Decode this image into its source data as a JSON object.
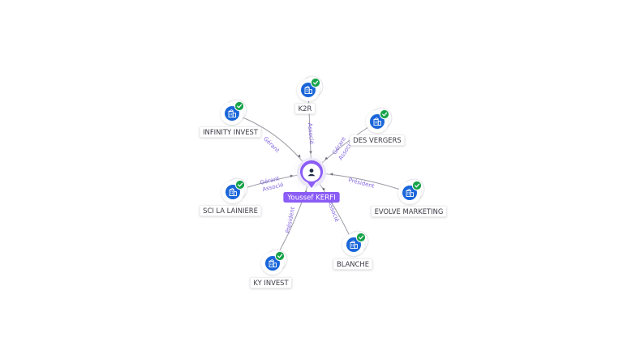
{
  "center": {
    "label": "Youssef KERFI",
    "icon": "person-icon",
    "color": "#8b5cf6"
  },
  "companies": [
    {
      "id": "k2r",
      "label": "K2R",
      "relations": [
        "Associé"
      ],
      "verified": true
    },
    {
      "id": "des-vergers",
      "label": "DES VERGERS",
      "relations": [
        "Gérant",
        "Associé"
      ],
      "verified": true
    },
    {
      "id": "evolve-marketing",
      "label": "EVOLVE MARKETING",
      "relations": [
        "Président"
      ],
      "verified": true
    },
    {
      "id": "blanche",
      "label": "BLANCHE",
      "relations": [
        "Associé"
      ],
      "verified": true
    },
    {
      "id": "ky-invest",
      "label": "KY INVEST",
      "relations": [
        "Président"
      ],
      "verified": true
    },
    {
      "id": "sci-la-lainiere",
      "label": "SCI LA LAINIERE",
      "relations": [
        "Gérant",
        "Associé"
      ],
      "verified": true
    },
    {
      "id": "infinity-invest",
      "label": "INFINITY INVEST",
      "relations": [
        "Gérant"
      ],
      "verified": true
    }
  ],
  "colors": {
    "company": "#1a66d9",
    "check": "#17a34a",
    "edge_label": "#8466e0"
  },
  "icons": {
    "company": "building-icon",
    "verified": "check-badge-icon"
  }
}
